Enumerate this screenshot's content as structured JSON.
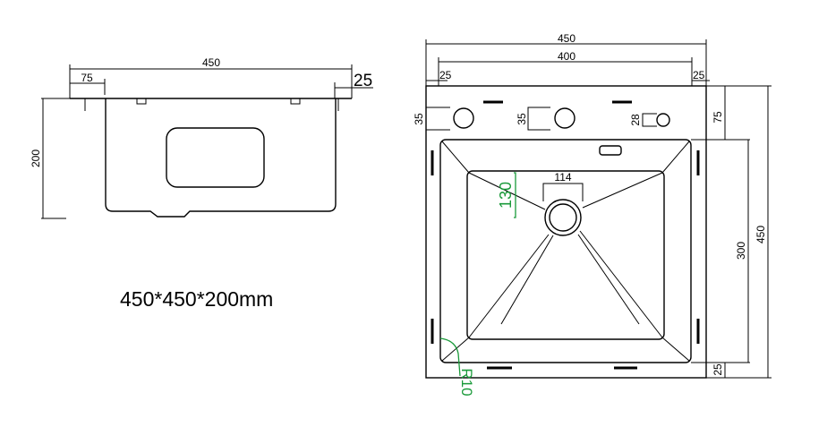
{
  "caption": "450*450*200mm",
  "side_view": {
    "width_label": "450",
    "inset_label": "75",
    "lip_label": "25",
    "depth_label": "200"
  },
  "top_view": {
    "outer_width_label": "450",
    "inner_width_label": "400",
    "left_margin_label": "25",
    "right_margin_label": "25",
    "hole1_label": "35",
    "hole2_label": "35",
    "hole3_label": "28",
    "top_margin_label": "75",
    "drain_width_label": "114",
    "drain_offset_label": "130",
    "bowl_height_label": "300",
    "outer_height_label": "450",
    "bottom_margin_label": "25",
    "corner_radius_label": "R10"
  }
}
